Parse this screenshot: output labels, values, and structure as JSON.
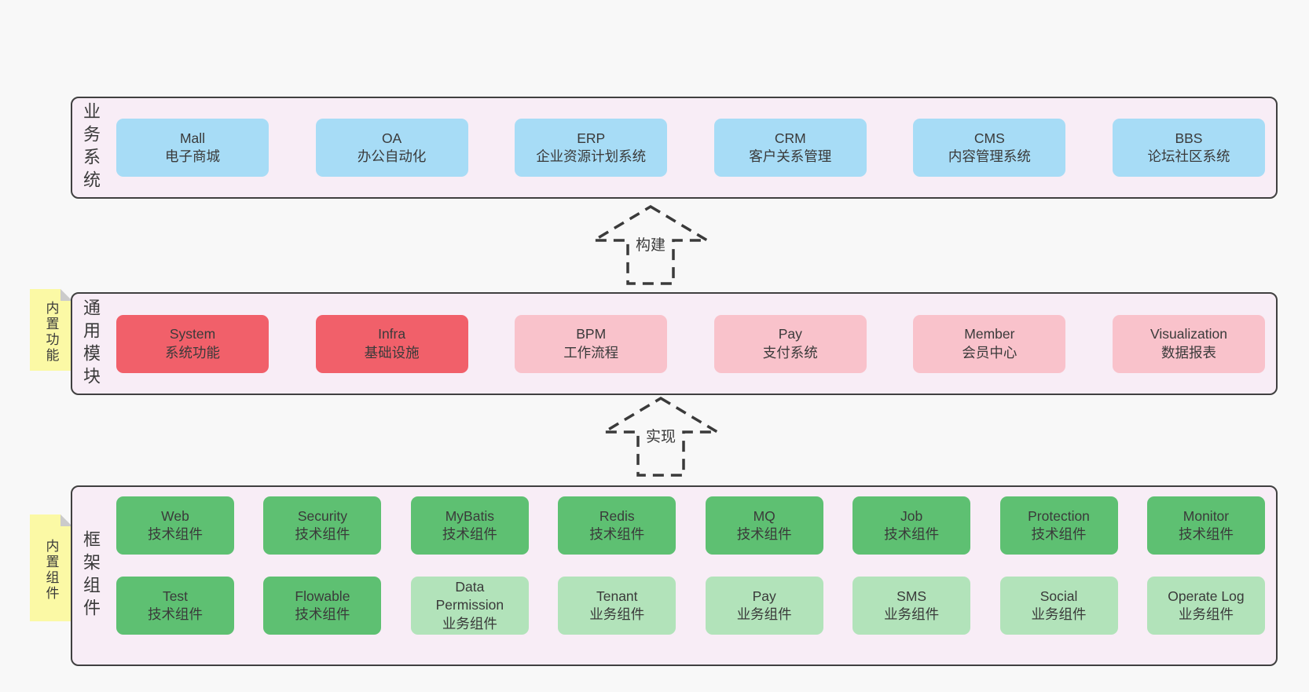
{
  "palette": {
    "page_bg": "#f8f8f8",
    "band_bg": "#f8edf6",
    "band_border": "#404040",
    "blue": "#a7dcf6",
    "red": "#f1606a",
    "pink": "#f9c2cb",
    "green": "#5ec072",
    "light_green": "#b2e3ba",
    "note_yellow": "#fbf9a5",
    "fold_gray": "#cbcbcb",
    "text": "#3a3a3a"
  },
  "arrows": [
    {
      "label": "构建"
    },
    {
      "label": "实现"
    }
  ],
  "bands": [
    {
      "label": "业务系统",
      "boxes": [
        {
          "title": "Mall",
          "subtitle": "电子商城"
        },
        {
          "title": "OA",
          "subtitle": "办公自动化"
        },
        {
          "title": "ERP",
          "subtitle": "企业资源计划系统"
        },
        {
          "title": "CRM",
          "subtitle": "客户关系管理"
        },
        {
          "title": "CMS",
          "subtitle": "内容管理系统"
        },
        {
          "title": "BBS",
          "subtitle": "论坛社区系统"
        }
      ]
    },
    {
      "label": "通用模块",
      "note": "内置功能",
      "boxes": [
        {
          "title": "System",
          "subtitle": "系统功能"
        },
        {
          "title": "Infra",
          "subtitle": "基础设施"
        },
        {
          "title": "BPM",
          "subtitle": "工作流程"
        },
        {
          "title": "Pay",
          "subtitle": "支付系统"
        },
        {
          "title": "Member",
          "subtitle": "会员中心"
        },
        {
          "title": "Visualization",
          "subtitle": "数据报表"
        }
      ]
    },
    {
      "label": "框架组件",
      "note": "内置组件",
      "rows": [
        [
          {
            "title": "Web",
            "subtitle": "技术组件"
          },
          {
            "title": "Security",
            "subtitle": "技术组件"
          },
          {
            "title": "MyBatis",
            "subtitle": "技术组件"
          },
          {
            "title": "Redis",
            "subtitle": "技术组件"
          },
          {
            "title": "MQ",
            "subtitle": "技术组件"
          },
          {
            "title": "Job",
            "subtitle": "技术组件"
          },
          {
            "title": "Protection",
            "subtitle": "技术组件"
          },
          {
            "title": "Monitor",
            "subtitle": "技术组件"
          }
        ],
        [
          {
            "title": "Test",
            "subtitle": "技术组件"
          },
          {
            "title": "Flowable",
            "subtitle": "技术组件"
          },
          {
            "title": "Data Permission",
            "subtitle": "业务组件"
          },
          {
            "title": "Tenant",
            "subtitle": "业务组件"
          },
          {
            "title": "Pay",
            "subtitle": "业务组件"
          },
          {
            "title": "SMS",
            "subtitle": "业务组件"
          },
          {
            "title": "Social",
            "subtitle": "业务组件"
          },
          {
            "title": "Operate Log",
            "subtitle": "业务组件"
          }
        ]
      ]
    }
  ]
}
